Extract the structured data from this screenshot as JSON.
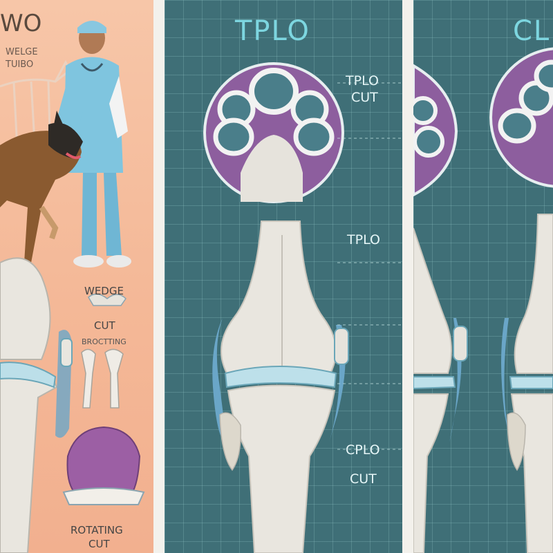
{
  "left_panel": {
    "title": "WO",
    "sub1": "WELGE",
    "sub2": "TUIBO",
    "wedge_label1": "WEDGE",
    "wedge_label2": "CUT",
    "small_label": "BROCTTING",
    "rotate_label1": "ROTATING",
    "rotate_label2": "CUT"
  },
  "center_panel": {
    "title": "TPLO",
    "callout1a": "TPLO",
    "callout1b": "CUT",
    "callout2": "TPLO",
    "callout3a": "CPLO",
    "callout3b": "CUT"
  },
  "right_panel": {
    "title": "CL"
  },
  "colors": {
    "left_bg": "#f4b897",
    "panel_bg": "#3f6f77",
    "title": "#7dd6e0",
    "bone": "#e9e6df",
    "cartilage": "#8f5d9c",
    "scrubs": "#7fc5df"
  }
}
